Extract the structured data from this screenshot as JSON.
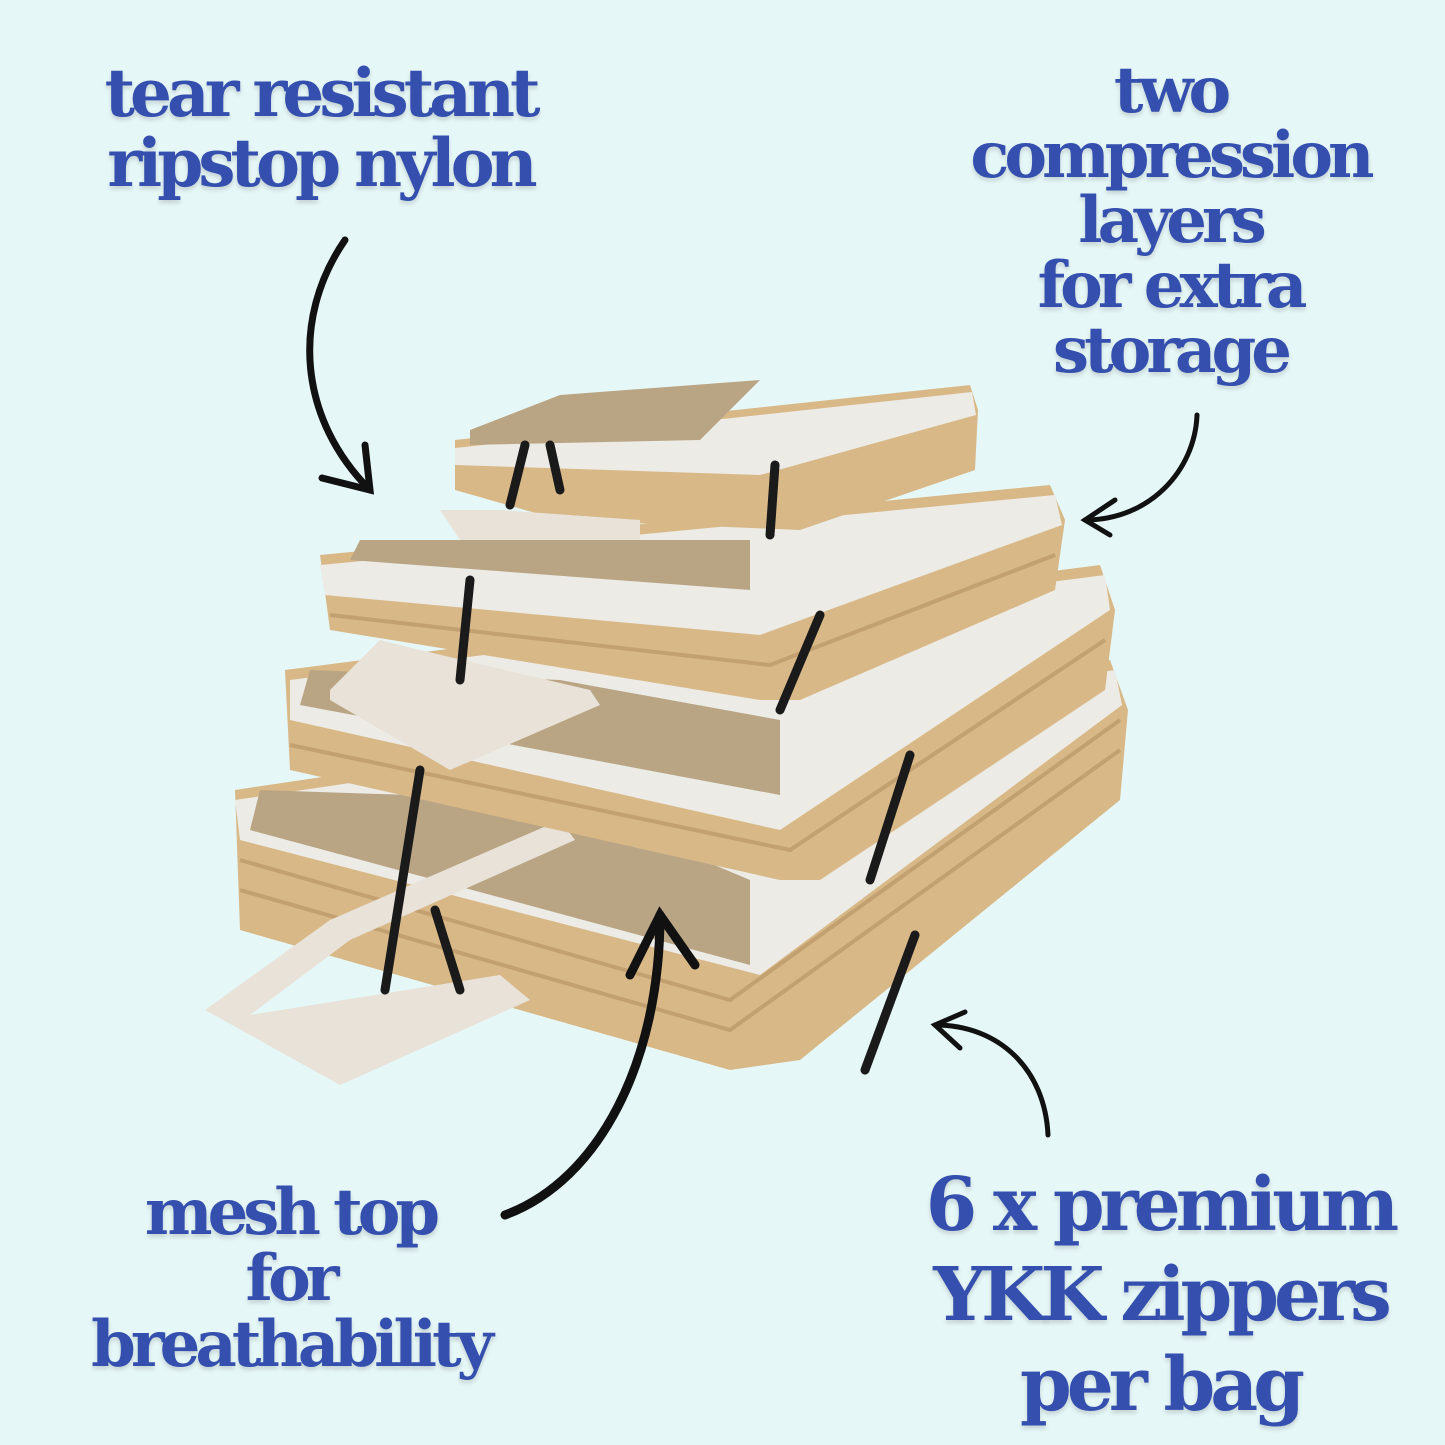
{
  "features": [
    {
      "id": "ripstop",
      "lines": [
        "tear resistant",
        "ripstop nylon"
      ]
    },
    {
      "id": "compression",
      "lines": [
        "two",
        "compression",
        "layers",
        "for extra",
        "storage"
      ]
    },
    {
      "id": "mesh",
      "lines": [
        "mesh top",
        "for",
        "breathability"
      ]
    },
    {
      "id": "zippers",
      "lines": [
        "6 x premium",
        "YKK zippers",
        "per bag"
      ]
    }
  ],
  "colors": {
    "text": "#344fae",
    "background": "#e6f7f8",
    "bag": "#d8b887",
    "zipper": "#ecebe6",
    "mesh": "#b9a584"
  }
}
